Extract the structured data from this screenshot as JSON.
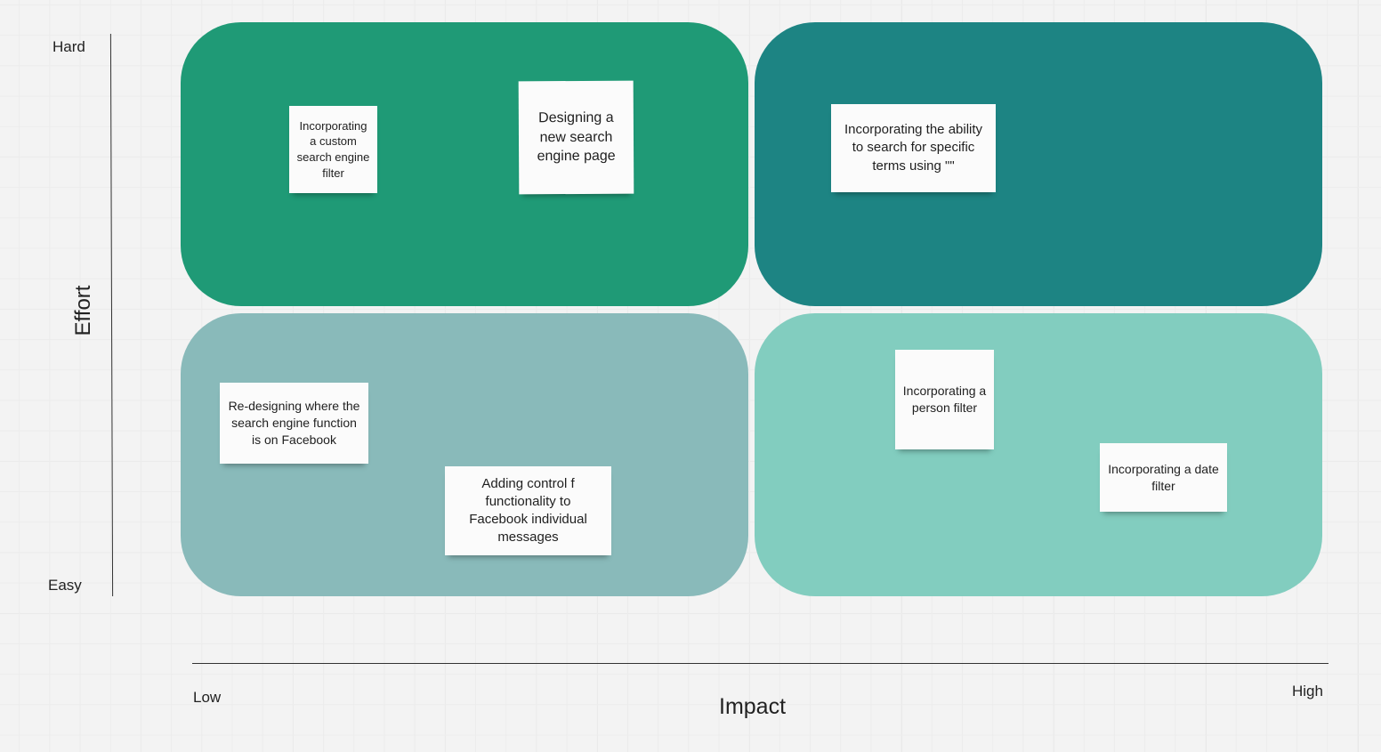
{
  "axes": {
    "y_title": "Effort",
    "y_top": "Hard",
    "y_bottom": "Easy",
    "x_title": "Impact",
    "x_left": "Low",
    "x_right": "High"
  },
  "quadrant_colors": {
    "top_left": "#1f9a76",
    "top_right": "#1d8483",
    "bottom_left": "#89baba",
    "bottom_right": "#82cdbf"
  },
  "notes": {
    "custom_search_filter": "Incorporating a custom search engine filter",
    "new_search_page": "Designing a new search engine page",
    "search_specific_terms": "Incorporating the ability to search for specific terms using \"\"",
    "redesign_location": "Re-designing where the search engine function is on Facebook",
    "control_f": "Adding control f functionality to Facebook individual messages",
    "person_filter": "Incorporating a person filter",
    "date_filter": "Incorporating a date filter"
  }
}
